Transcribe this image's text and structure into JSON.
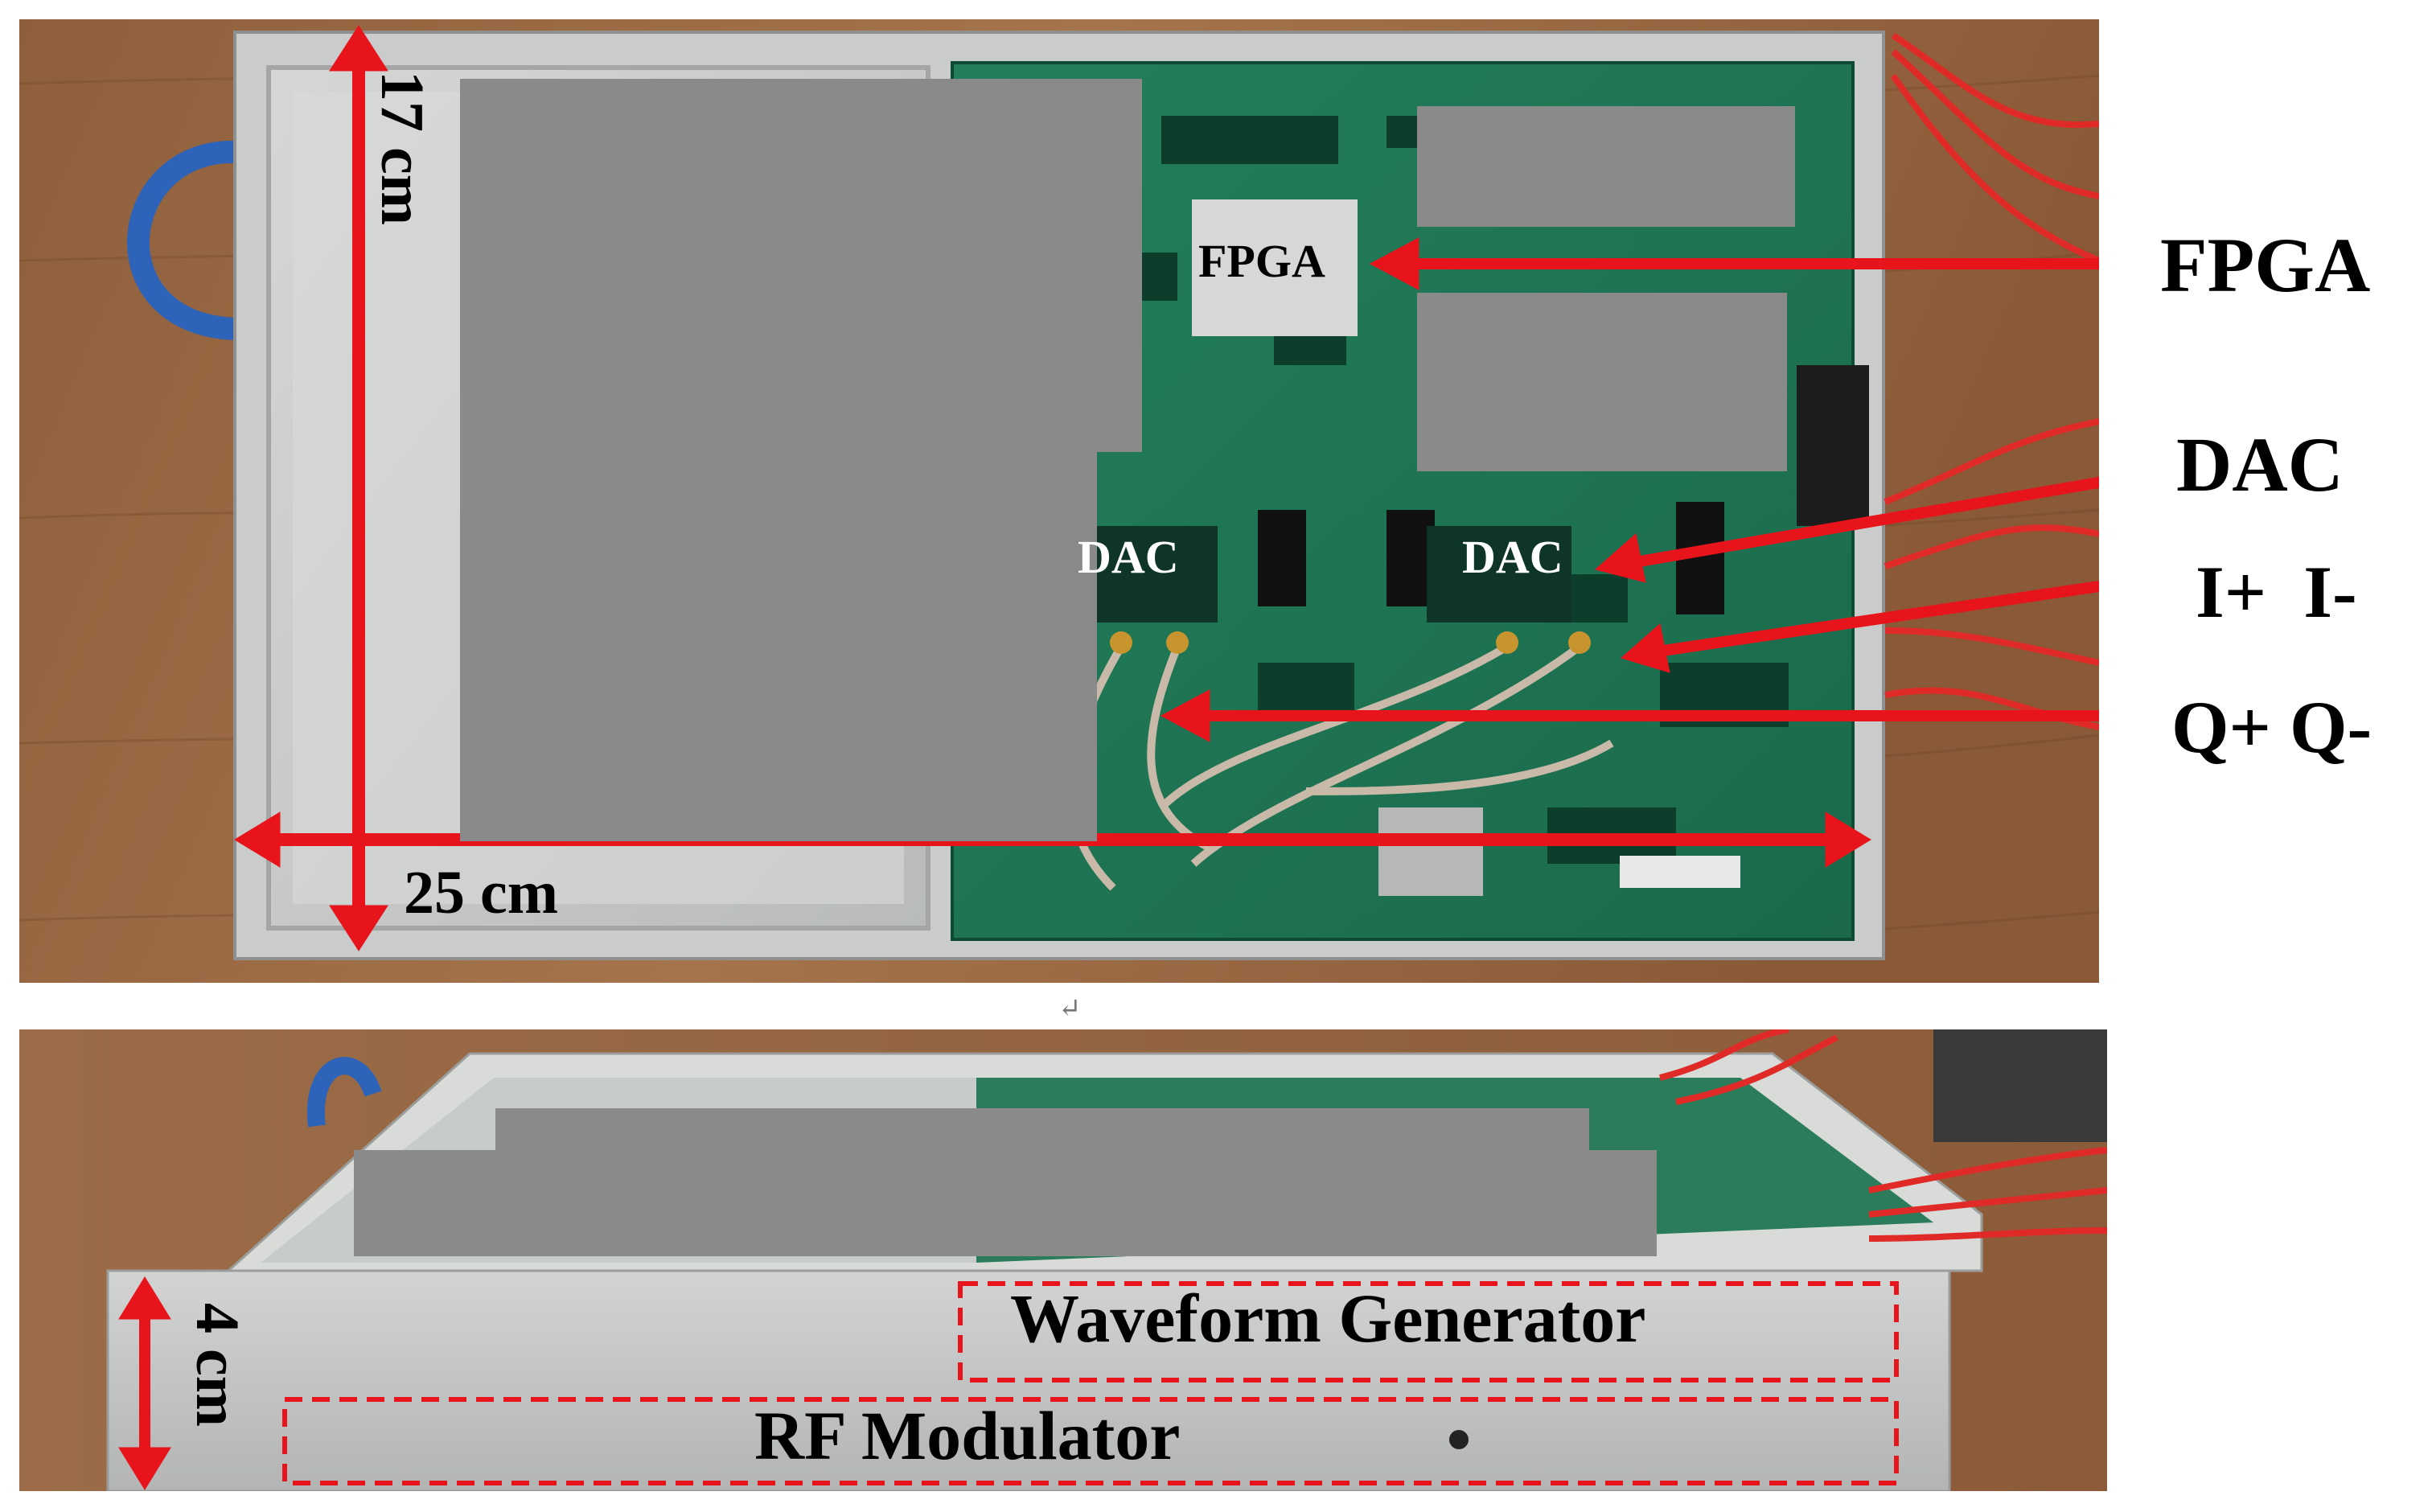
{
  "figure": {
    "top_photo": {
      "dimension_labels": {
        "height": "17 cm",
        "width": "25 cm"
      },
      "chip_labels": {
        "fpga": "FPGA",
        "dac_left": "DAC",
        "dac_right": "DAC"
      },
      "callouts": [
        "FPGA",
        "DAC",
        "I+  I-",
        "Q+ Q-"
      ]
    },
    "separator_glyph": "↵",
    "bottom_photo": {
      "dimension_labels": {
        "height": "4 cm"
      },
      "section_labels": {
        "waveform": "Waveform Generator",
        "rf": "RF Modulator"
      }
    }
  },
  "colors": {
    "annotation_red": "#e8141b",
    "pcb_green": "#1f7a55",
    "chassis_silver": "#c4c7c6",
    "redaction_gray": "#8a8a8a",
    "wood": "#9a6a44"
  }
}
